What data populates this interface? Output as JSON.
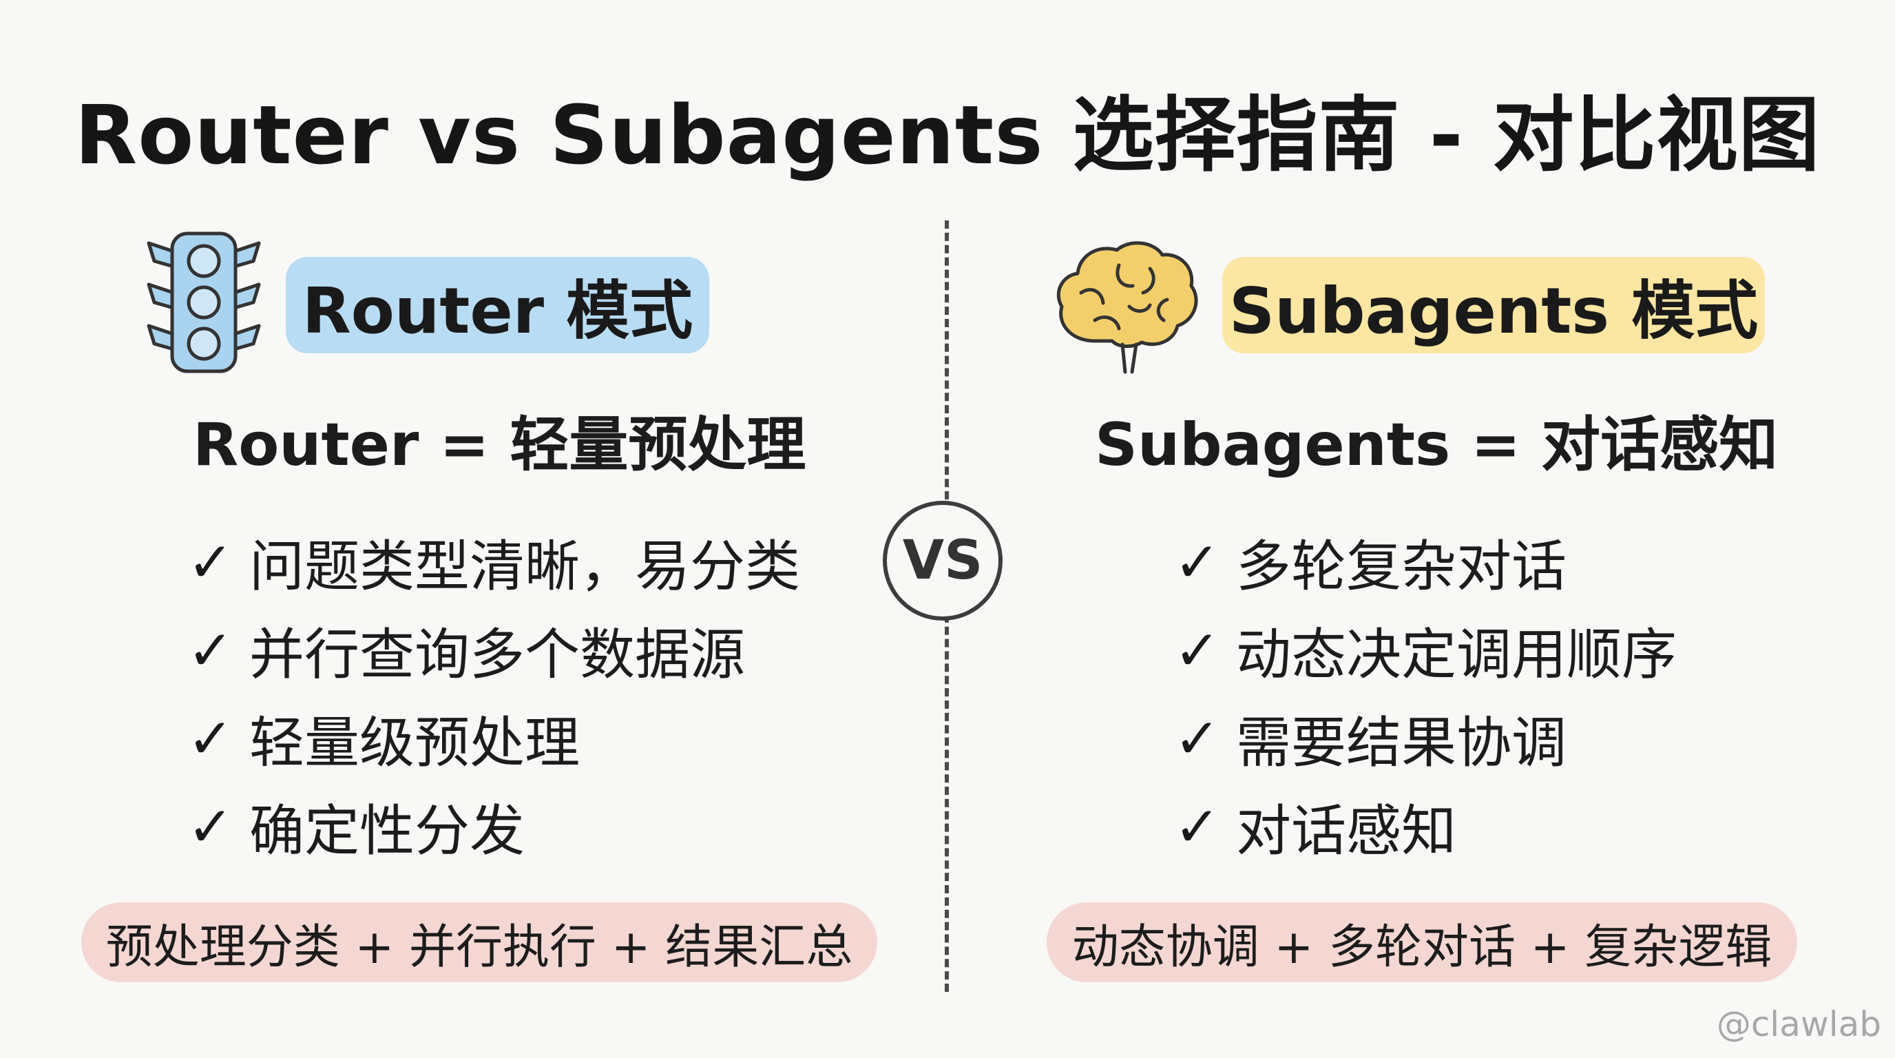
{
  "title": "Router vs Subagents 选择指南 - 对比视图",
  "vs_label": "VS",
  "left": {
    "icon": "traffic-light-icon",
    "tag": "Router 模式",
    "tag_color": "#b8dcf3",
    "equation": "Router = 轻量预处理",
    "checks": [
      "问题类型清晰，易分类",
      "并行查询多个数据源",
      "轻量级预处理",
      "确定性分发"
    ],
    "summary": "预处理分类 + 并行执行 + 结果汇总"
  },
  "right": {
    "icon": "brain-icon",
    "tag": "Subagents 模式",
    "tag_color": "#fbe6a3",
    "equation": "Subagents = 对话感知",
    "checks": [
      "多轮复杂对话",
      "动态决定调用顺序",
      "需要结果协调",
      "对话感知"
    ],
    "summary": "动态协调 + 多轮对话 + 复杂逻辑"
  },
  "check_mark": "✓",
  "summary_color": "#f4d7d2",
  "watermark": "@clawlab"
}
